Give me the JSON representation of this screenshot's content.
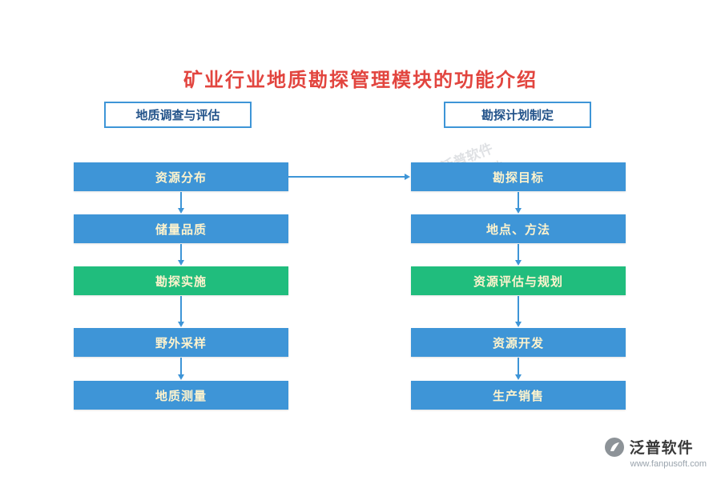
{
  "title": "矿业行业地质勘探管理模块的功能介绍",
  "headers": [
    {
      "label": "地质调查与评估"
    },
    {
      "label": "勘探计划制定"
    }
  ],
  "columns": [
    {
      "items": [
        {
          "label": "资源分布",
          "color": "blue"
        },
        {
          "label": "储量品质",
          "color": "blue"
        },
        {
          "label": "勘探实施",
          "color": "green"
        },
        {
          "label": "野外采样",
          "color": "blue"
        },
        {
          "label": "地质测量",
          "color": "blue"
        }
      ]
    },
    {
      "items": [
        {
          "label": "勘探目标",
          "color": "blue"
        },
        {
          "label": "地点、方法",
          "color": "blue"
        },
        {
          "label": "资源评估与规划",
          "color": "green"
        },
        {
          "label": "资源开发",
          "color": "blue"
        },
        {
          "label": "生产销售",
          "color": "blue"
        }
      ]
    }
  ],
  "colors": {
    "blue": "#3e95d7",
    "green": "#20bd7d",
    "title_red": "#e2453f",
    "box_text": "#fdf3cd",
    "header_text": "#23538a"
  },
  "watermark": "泛普软件",
  "logo": {
    "name": "泛普软件",
    "url": "www.fanpusoft.com"
  }
}
